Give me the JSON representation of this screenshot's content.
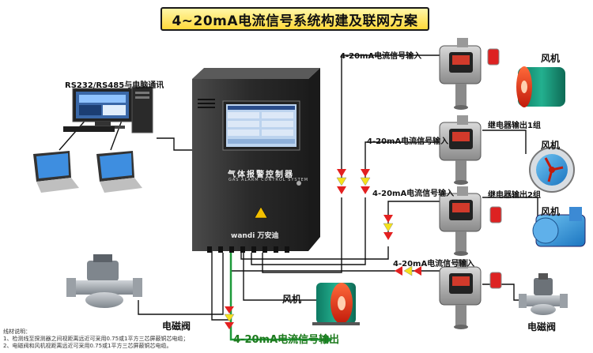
{
  "title": "4~20mA电流信号系统构建及联网方案",
  "labels": {
    "rs": "RS232/RS485与电脑通讯",
    "in1": "4-20mA电流信号输入",
    "in2": "4-20mA电流信号输入",
    "in3": "4-20mA电流信号输入",
    "in4": "4-20mA电流信号输入",
    "relay1": "继电器输出1组",
    "relay2": "继电器输出2组",
    "fan1": "风机",
    "fan2": "风机",
    "fan3": "风机",
    "fan4": "风机",
    "valve_left": "电磁阀",
    "valve_right": "电磁阀",
    "output": "4-20mA电流信号输出"
  },
  "controller": {
    "name": "气体报警控制器",
    "subtitle": "GAS ALARM CONTROL SYSTEM",
    "brand": "wandi 万安迪"
  },
  "notes": {
    "title": "线材说明：",
    "line1": "1、检测线至探测器之间视距离远近可采用0.75或1平方三芯屏蔽铜芯电缆；",
    "line2": "2、电磁阀和风机视距离远近可采用0.75或1平方三芯屏蔽铜芯电缆。"
  },
  "colors": {
    "title_bg": "#ffd93b",
    "arrow_red": "#e32020",
    "arrow_yellow": "#f5e21a",
    "output_green": "#1d9a3a"
  }
}
